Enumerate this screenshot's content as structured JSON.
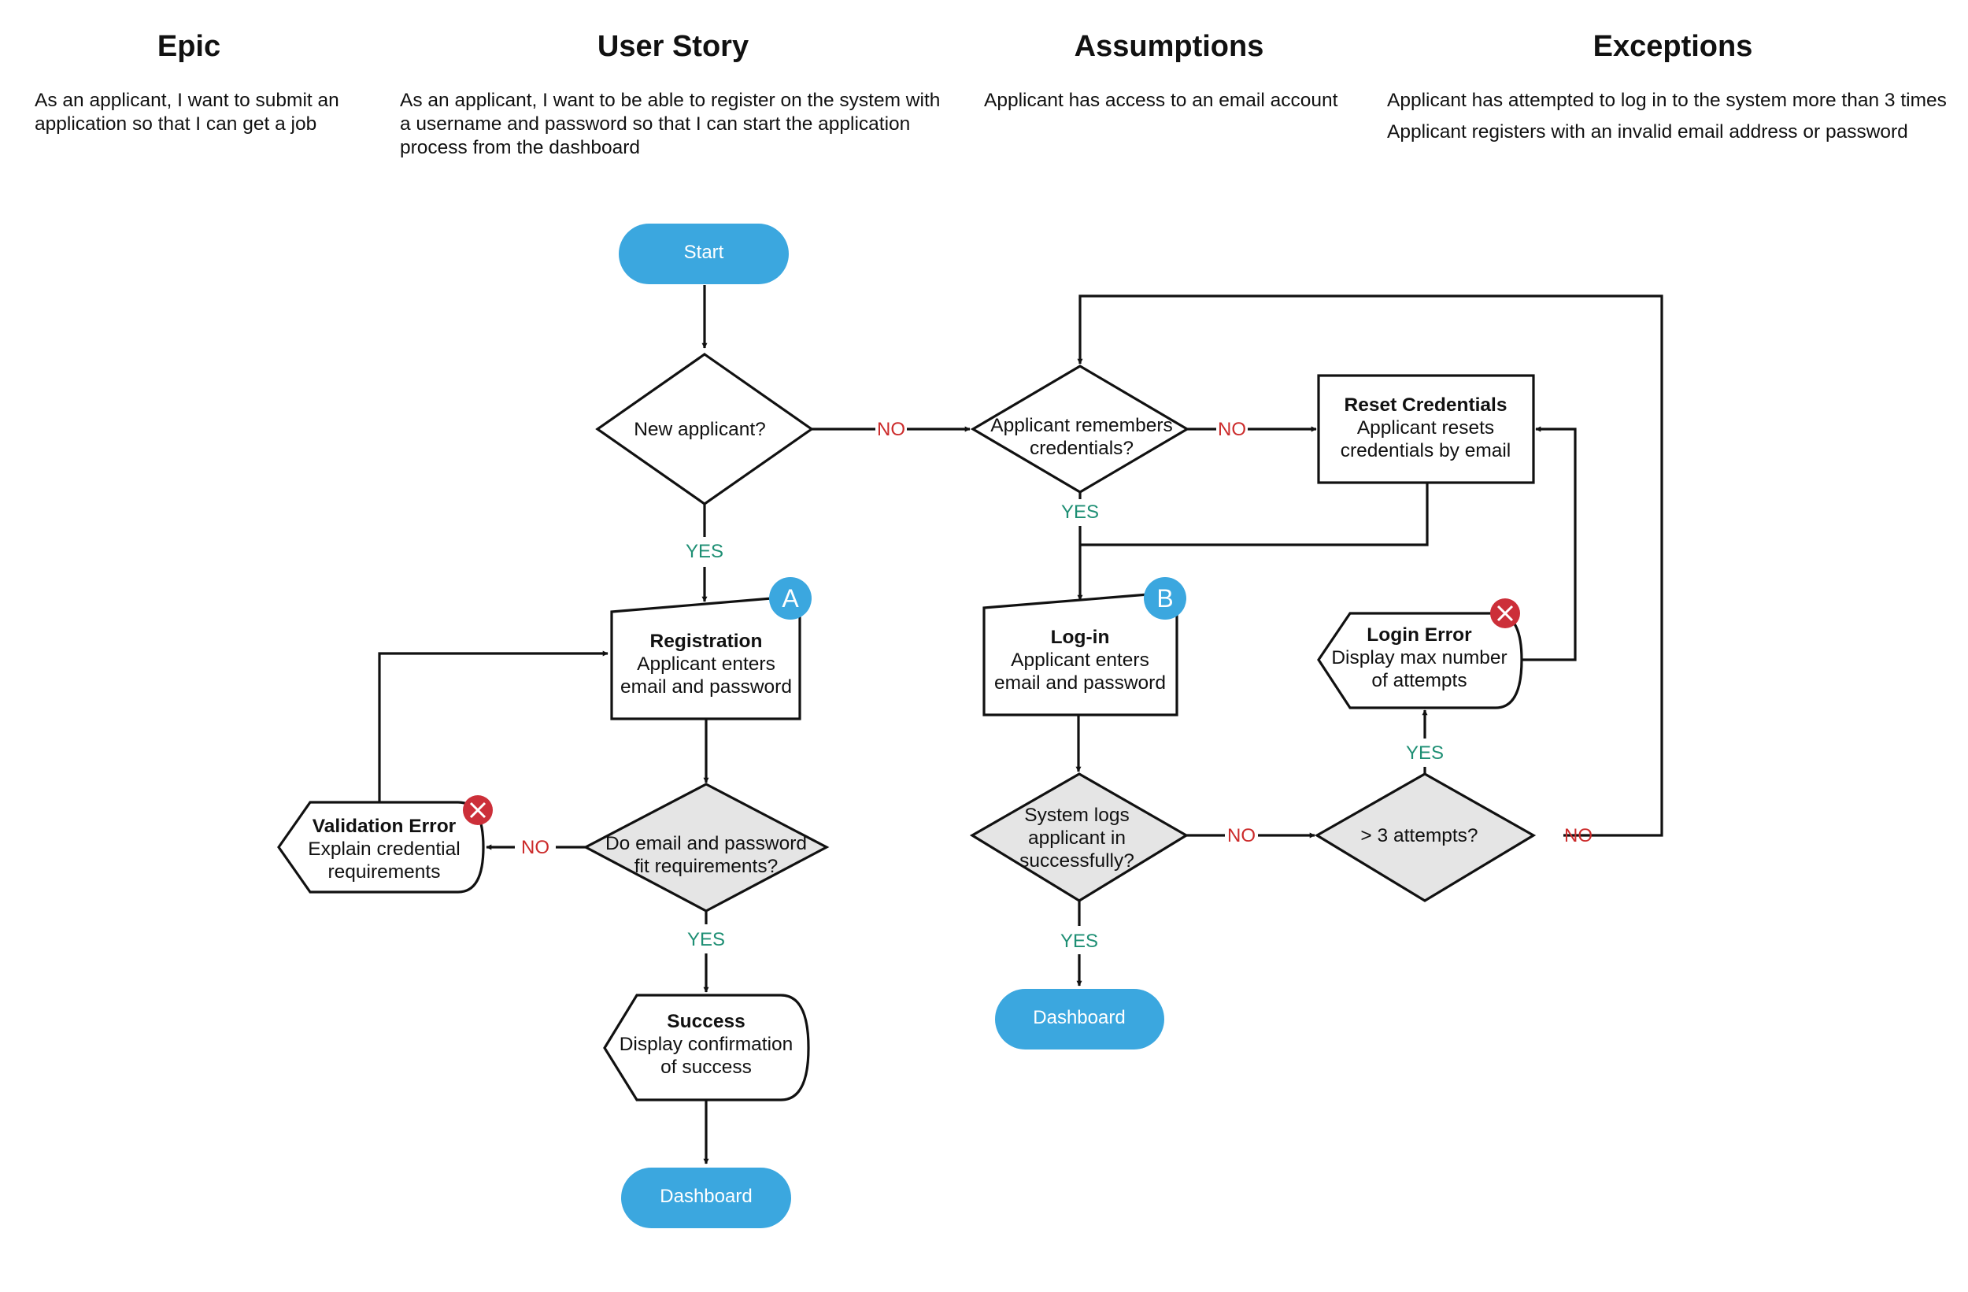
{
  "columns": [
    {
      "heading": "Epic",
      "lines": [
        "As an applicant, I want to submit an application so that I can get a job"
      ]
    },
    {
      "heading": "User Story",
      "lines": [
        "As an applicant, I want to be able to register on the system with a username and password so that I can start the application process from the dashboard"
      ]
    },
    {
      "heading": "Assumptions",
      "lines": [
        "Applicant has access to an email account"
      ]
    },
    {
      "heading": "Exceptions",
      "lines": [
        "Applicant has attempted to log in to the system more than 3 times",
        "Applicant registers with an invalid email address or password"
      ]
    }
  ],
  "colors": {
    "terminal": "#3ba7df",
    "badge": "#3ba7df",
    "error_badge": "#cc2f39",
    "decision_fill": "#e5e5e5",
    "yes": "#1e8f74",
    "no": "#cc2b2b"
  },
  "nodes": {
    "start": "Start",
    "new_applicant": "New applicant?",
    "remembers": [
      "Applicant remembers",
      "credentials?"
    ],
    "reset": {
      "title": "Reset Credentials",
      "lines": [
        "Applicant resets",
        "credentials by email"
      ]
    },
    "registration": {
      "badge": "A",
      "title": "Registration",
      "lines": [
        "Applicant enters",
        "email and password"
      ]
    },
    "login": {
      "badge": "B",
      "title": "Log-in",
      "lines": [
        "Applicant enters",
        "email and password"
      ]
    },
    "login_error": {
      "title": "Login Error",
      "lines": [
        "Display max number",
        "of attempts"
      ],
      "icon": "error-x-icon"
    },
    "validation_error": {
      "title": "Validation Error",
      "lines": [
        "Explain credential",
        "requirements"
      ],
      "icon": "error-x-icon"
    },
    "fit_requirements": [
      "Do email and password",
      "fit requirements?"
    ],
    "system_logs": [
      "System logs",
      "applicant in",
      "successfully?"
    ],
    "attempts": "> 3 attempts?",
    "success": {
      "title": "Success",
      "lines": [
        "Display confirmation",
        "of success"
      ]
    },
    "dashboard_left": "Dashboard",
    "dashboard_right": "Dashboard"
  },
  "labels": {
    "yes": "YES",
    "no": "NO"
  }
}
